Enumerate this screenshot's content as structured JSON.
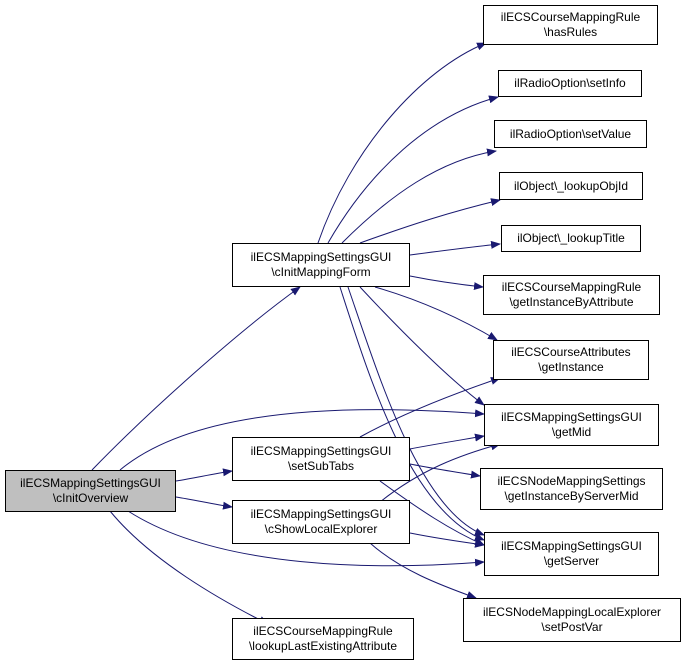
{
  "colors": {
    "edge": "#191970",
    "root_fill": "#bfbfbf",
    "node_fill": "#ffffff",
    "border": "#000000"
  },
  "nodes": {
    "root": {
      "line1": "ilECSMappingSettingsGUI",
      "line2": "\\cInitOverview"
    },
    "initmap": {
      "line1": "ilECSMappingSettingsGUI",
      "line2": "\\cInitMappingForm"
    },
    "subtabs": {
      "line1": "ilECSMappingSettingsGUI",
      "line2": "\\setSubTabs"
    },
    "showlocal": {
      "line1": "ilECSMappingSettingsGUI",
      "line2": "\\cShowLocalExplorer"
    },
    "lookuplast": {
      "line1": "ilECSCourseMappingRule",
      "line2": "\\lookupLastExistingAttribute"
    },
    "hasrules": {
      "line1": "ilECSCourseMappingRule",
      "line2": "\\hasRules"
    },
    "setinfo": {
      "line1": "ilRadioOption\\setInfo",
      "line2": ""
    },
    "setvalue": {
      "line1": "ilRadioOption\\setValue",
      "line2": ""
    },
    "lookupobjid": {
      "line1": "ilObject\\_lookupObjId",
      "line2": ""
    },
    "lookuptitle": {
      "line1": "ilObject\\_lookupTitle",
      "line2": ""
    },
    "getinstbyattr": {
      "line1": "ilECSCourseMappingRule",
      "line2": "\\getInstanceByAttribute"
    },
    "attrgetinst": {
      "line1": "ilECSCourseAttributes",
      "line2": "\\getInstance"
    },
    "getmid": {
      "line1": "ilECSMappingSettingsGUI",
      "line2": "\\getMid"
    },
    "nodemapping": {
      "line1": "ilECSNodeMappingSettings",
      "line2": "\\getInstanceByServerMid"
    },
    "getserver": {
      "line1": "ilECSMappingSettingsGUI",
      "line2": "\\getServer"
    },
    "setpostvar": {
      "line1": "ilECSNodeMappingLocalExplorer",
      "line2": "\\setPostVar"
    }
  }
}
